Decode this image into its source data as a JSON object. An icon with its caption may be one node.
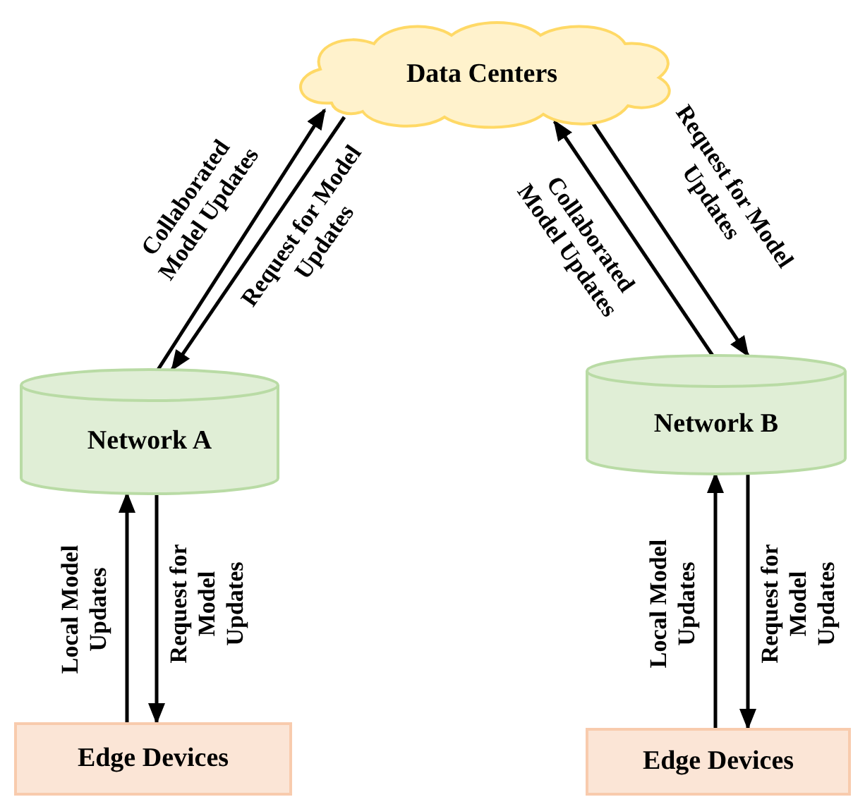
{
  "diagram": {
    "nodes": [
      {
        "text": [
          "Data Centers"
        ]
      },
      {
        "text": [
          "Network A"
        ]
      },
      {
        "text": [
          "Network B"
        ]
      },
      {
        "text": [
          "Edge Devices"
        ]
      },
      {
        "text": [
          "Edge Devices"
        ]
      }
    ],
    "edges": [
      {
        "from": 1,
        "to": 0,
        "arrow": "to",
        "label": "Collaborated Model Updates"
      },
      {
        "from": 0,
        "to": 1,
        "arrow": "to",
        "label": "Request for Model Updates"
      },
      {
        "from": 2,
        "to": 0,
        "arrow": "to",
        "label": "Collaborated Model Updates"
      },
      {
        "from": 0,
        "to": 2,
        "arrow": "to",
        "label": "Request for Model Updates"
      },
      {
        "from": 3,
        "to": 1,
        "arrow": "to",
        "label": "Local Model Updates"
      },
      {
        "from": 1,
        "to": 3,
        "arrow": "to",
        "label": "Request for Model Updates"
      },
      {
        "from": 4,
        "to": 2,
        "arrow": "to",
        "label": "Local Model Updates"
      },
      {
        "from": 2,
        "to": 4,
        "arrow": "to",
        "label": "Request for Model Updates"
      }
    ]
  }
}
